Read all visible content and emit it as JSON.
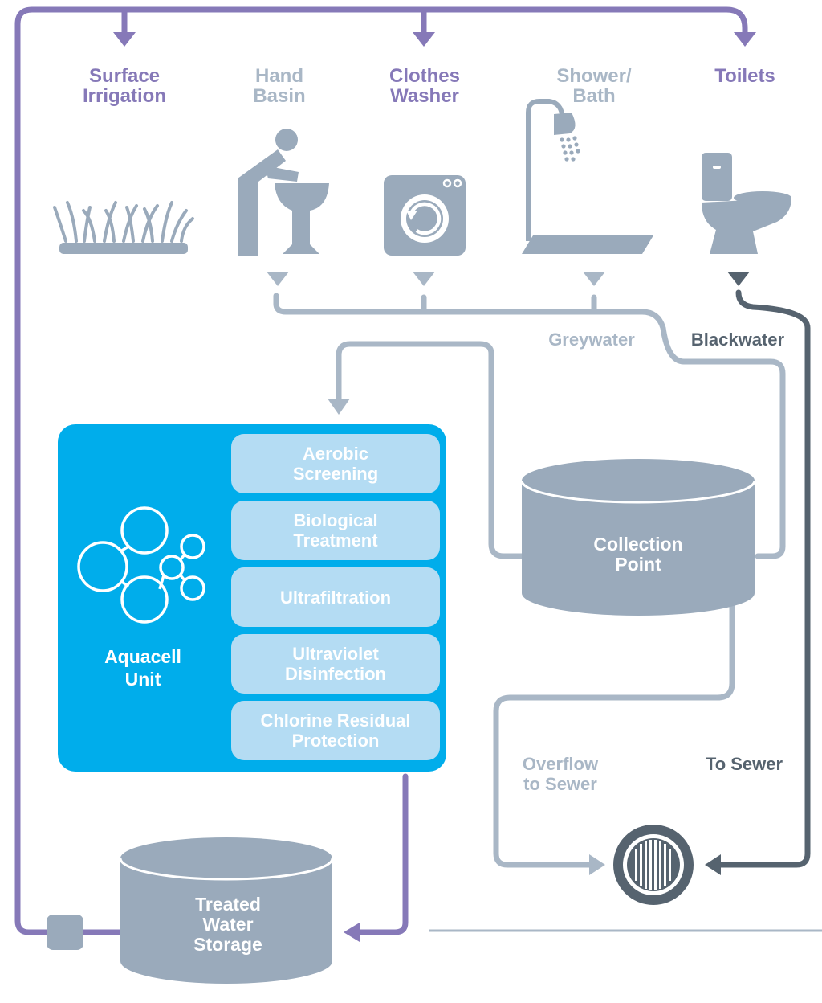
{
  "fixtures": {
    "surface_irrigation": [
      "Surface",
      "Irrigation"
    ],
    "hand_basin": [
      "Hand",
      "Basin"
    ],
    "clothes_washer": [
      "Clothes",
      "Washer"
    ],
    "shower_bath": [
      "Shower/",
      "Bath"
    ],
    "toilets": [
      "Toilets"
    ]
  },
  "flow_labels": {
    "greywater": "Greywater",
    "blackwater": "Blackwater",
    "overflow": [
      "Overflow",
      "to Sewer"
    ],
    "to_sewer": "To Sewer"
  },
  "aquacell": {
    "unit_label": [
      "Aquacell",
      "Unit"
    ],
    "steps": [
      [
        "Aerobic",
        "Screening"
      ],
      [
        "Biological",
        "Treatment"
      ],
      [
        "Ultrafiltration"
      ],
      [
        "Ultraviolet",
        "Disinfection"
      ],
      [
        "Chlorine Residual",
        "Protection"
      ]
    ]
  },
  "tanks": {
    "collection_point": [
      "Collection",
      "Point"
    ],
    "treated_storage": [
      "Treated",
      "Water",
      "Storage"
    ]
  },
  "colors": {
    "purple_line": "#8679b8",
    "grey_line": "#a9b7c6",
    "dark_line": "#56636f",
    "icon_grey": "#9aaabb",
    "aquacell_blue": "#00adeb",
    "step_fill": "#b4dcf3"
  },
  "icons": [
    "grass-icon",
    "hand-basin-icon",
    "washing-machine-icon",
    "shower-icon",
    "toilet-icon",
    "drain-grate-icon",
    "molecule-icon"
  ]
}
